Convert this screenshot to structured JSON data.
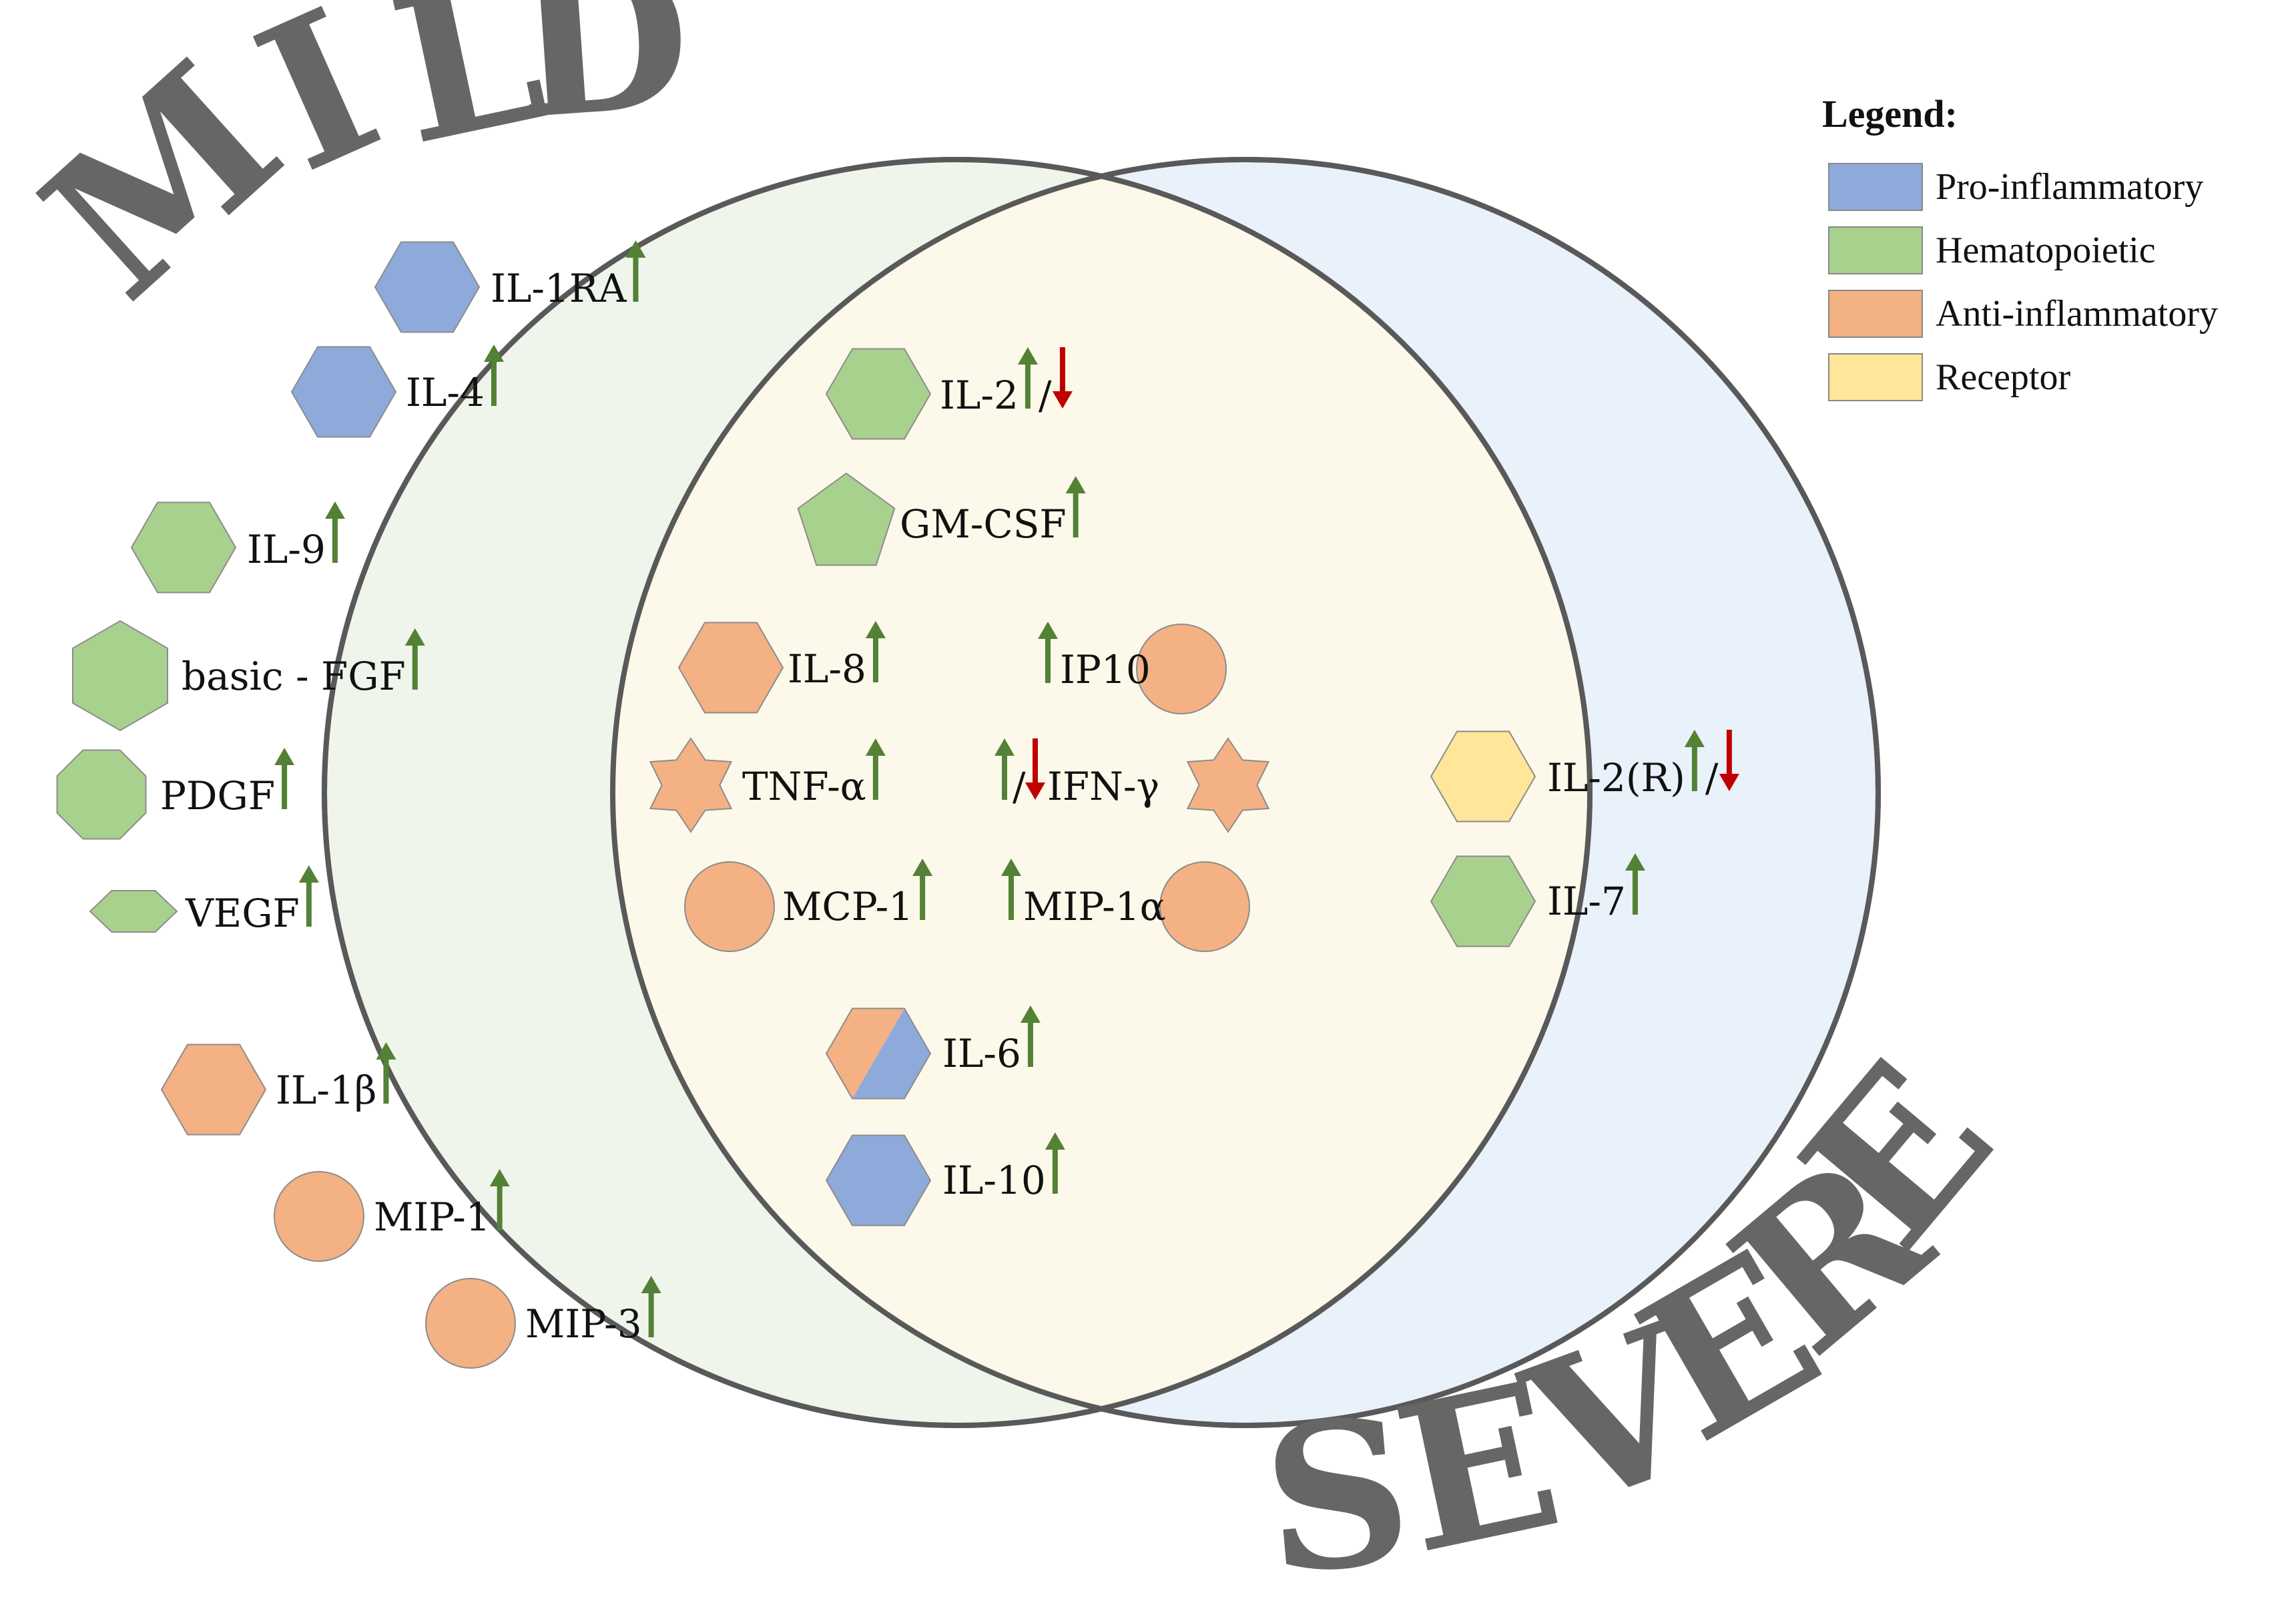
{
  "titles": {
    "mild": "MILD",
    "severe": "SEVERE"
  },
  "legend": {
    "title": "Legend:",
    "entries": [
      {
        "key": "pro",
        "label": "Pro-inflammatory",
        "color": "#8eaadb"
      },
      {
        "key": "hema",
        "label": "Hematopoietic",
        "color": "#a9d18e"
      },
      {
        "key": "anti",
        "label": "Anti-inflammatory",
        "color": "#f4b183"
      },
      {
        "key": "rec",
        "label": "Receptor",
        "color": "#ffe699"
      }
    ]
  },
  "colors": {
    "mild_fill": "#f0f5ec",
    "severe_fill": "#e9f1fa",
    "overlap_fill": "#fdf9ea",
    "circle_stroke": "#595959",
    "arrow_up": "#538135",
    "arrow_down": "#c00000",
    "title_gray": "#666666"
  },
  "markers": [
    {
      "id": "il1ra",
      "label": "IL-1RA",
      "shape": "hexagon",
      "color": "pro",
      "arrows": [
        "up"
      ],
      "region": "mild"
    },
    {
      "id": "il4",
      "label": "IL-4",
      "shape": "hexagon",
      "color": "pro",
      "arrows": [
        "up"
      ],
      "region": "mild"
    },
    {
      "id": "il9",
      "label": "IL-9",
      "shape": "hexagon",
      "color": "hema",
      "arrows": [
        "up"
      ],
      "region": "mild"
    },
    {
      "id": "bfgf",
      "label": "basic - FGF",
      "shape": "hexagon",
      "color": "hema",
      "arrows": [
        "up"
      ],
      "region": "mild"
    },
    {
      "id": "pdgf",
      "label": "PDGF",
      "shape": "octagon",
      "color": "hema",
      "arrows": [
        "up"
      ],
      "region": "mild"
    },
    {
      "id": "vegf",
      "label": "VEGF",
      "shape": "hexagon",
      "color": "hema",
      "arrows": [
        "up"
      ],
      "region": "mild"
    },
    {
      "id": "il1b",
      "label": "IL-1β",
      "shape": "hexagon",
      "color": "anti",
      "arrows": [
        "up"
      ],
      "region": "mild"
    },
    {
      "id": "mip1",
      "label": "MIP-1",
      "shape": "circle",
      "color": "anti",
      "arrows": [
        "up"
      ],
      "region": "mild"
    },
    {
      "id": "mip3",
      "label": "MIP-3",
      "shape": "circle",
      "color": "anti",
      "arrows": [
        "up"
      ],
      "region": "mild"
    },
    {
      "id": "il2",
      "label": "IL-2",
      "shape": "hexagon",
      "color": "hema",
      "arrows": [
        "up",
        "down"
      ],
      "region": "both"
    },
    {
      "id": "gmcsf",
      "label": "GM-CSF",
      "shape": "pentagon",
      "color": "hema",
      "arrows": [
        "up"
      ],
      "region": "both"
    },
    {
      "id": "il8",
      "label": "IL-8",
      "shape": "hexagon",
      "color": "anti",
      "arrows": [
        "up"
      ],
      "region": "both"
    },
    {
      "id": "ip10",
      "label": "IP10",
      "shape": "circle",
      "color": "anti",
      "arrows": [
        "up"
      ],
      "region": "both"
    },
    {
      "id": "tnfa",
      "label": "TNF-α",
      "shape": "star",
      "color": "anti",
      "arrows": [
        "up"
      ],
      "region": "both"
    },
    {
      "id": "ifng",
      "label": "IFN-γ",
      "shape": "star",
      "color": "anti",
      "arrows": [
        "up",
        "down"
      ],
      "region": "both"
    },
    {
      "id": "mcp1",
      "label": "MCP-1",
      "shape": "circle",
      "color": "anti",
      "arrows": [
        "up"
      ],
      "region": "both"
    },
    {
      "id": "mip1a",
      "label": "MIP-1α",
      "shape": "circle",
      "color": "anti",
      "arrows": [
        "up"
      ],
      "region": "both"
    },
    {
      "id": "il6",
      "label": "IL-6",
      "shape": "split-hexagon",
      "color": "anti+pro",
      "arrows": [
        "up"
      ],
      "region": "both"
    },
    {
      "id": "il10",
      "label": "IL-10",
      "shape": "hexagon",
      "color": "pro",
      "arrows": [
        "up"
      ],
      "region": "both"
    },
    {
      "id": "il2r",
      "label": "IL-2(R)",
      "shape": "hexagon",
      "color": "rec",
      "arrows": [
        "up",
        "down"
      ],
      "region": "severe"
    },
    {
      "id": "il7",
      "label": "IL-7",
      "shape": "hexagon",
      "color": "hema",
      "arrows": [
        "up"
      ],
      "region": "severe"
    }
  ]
}
